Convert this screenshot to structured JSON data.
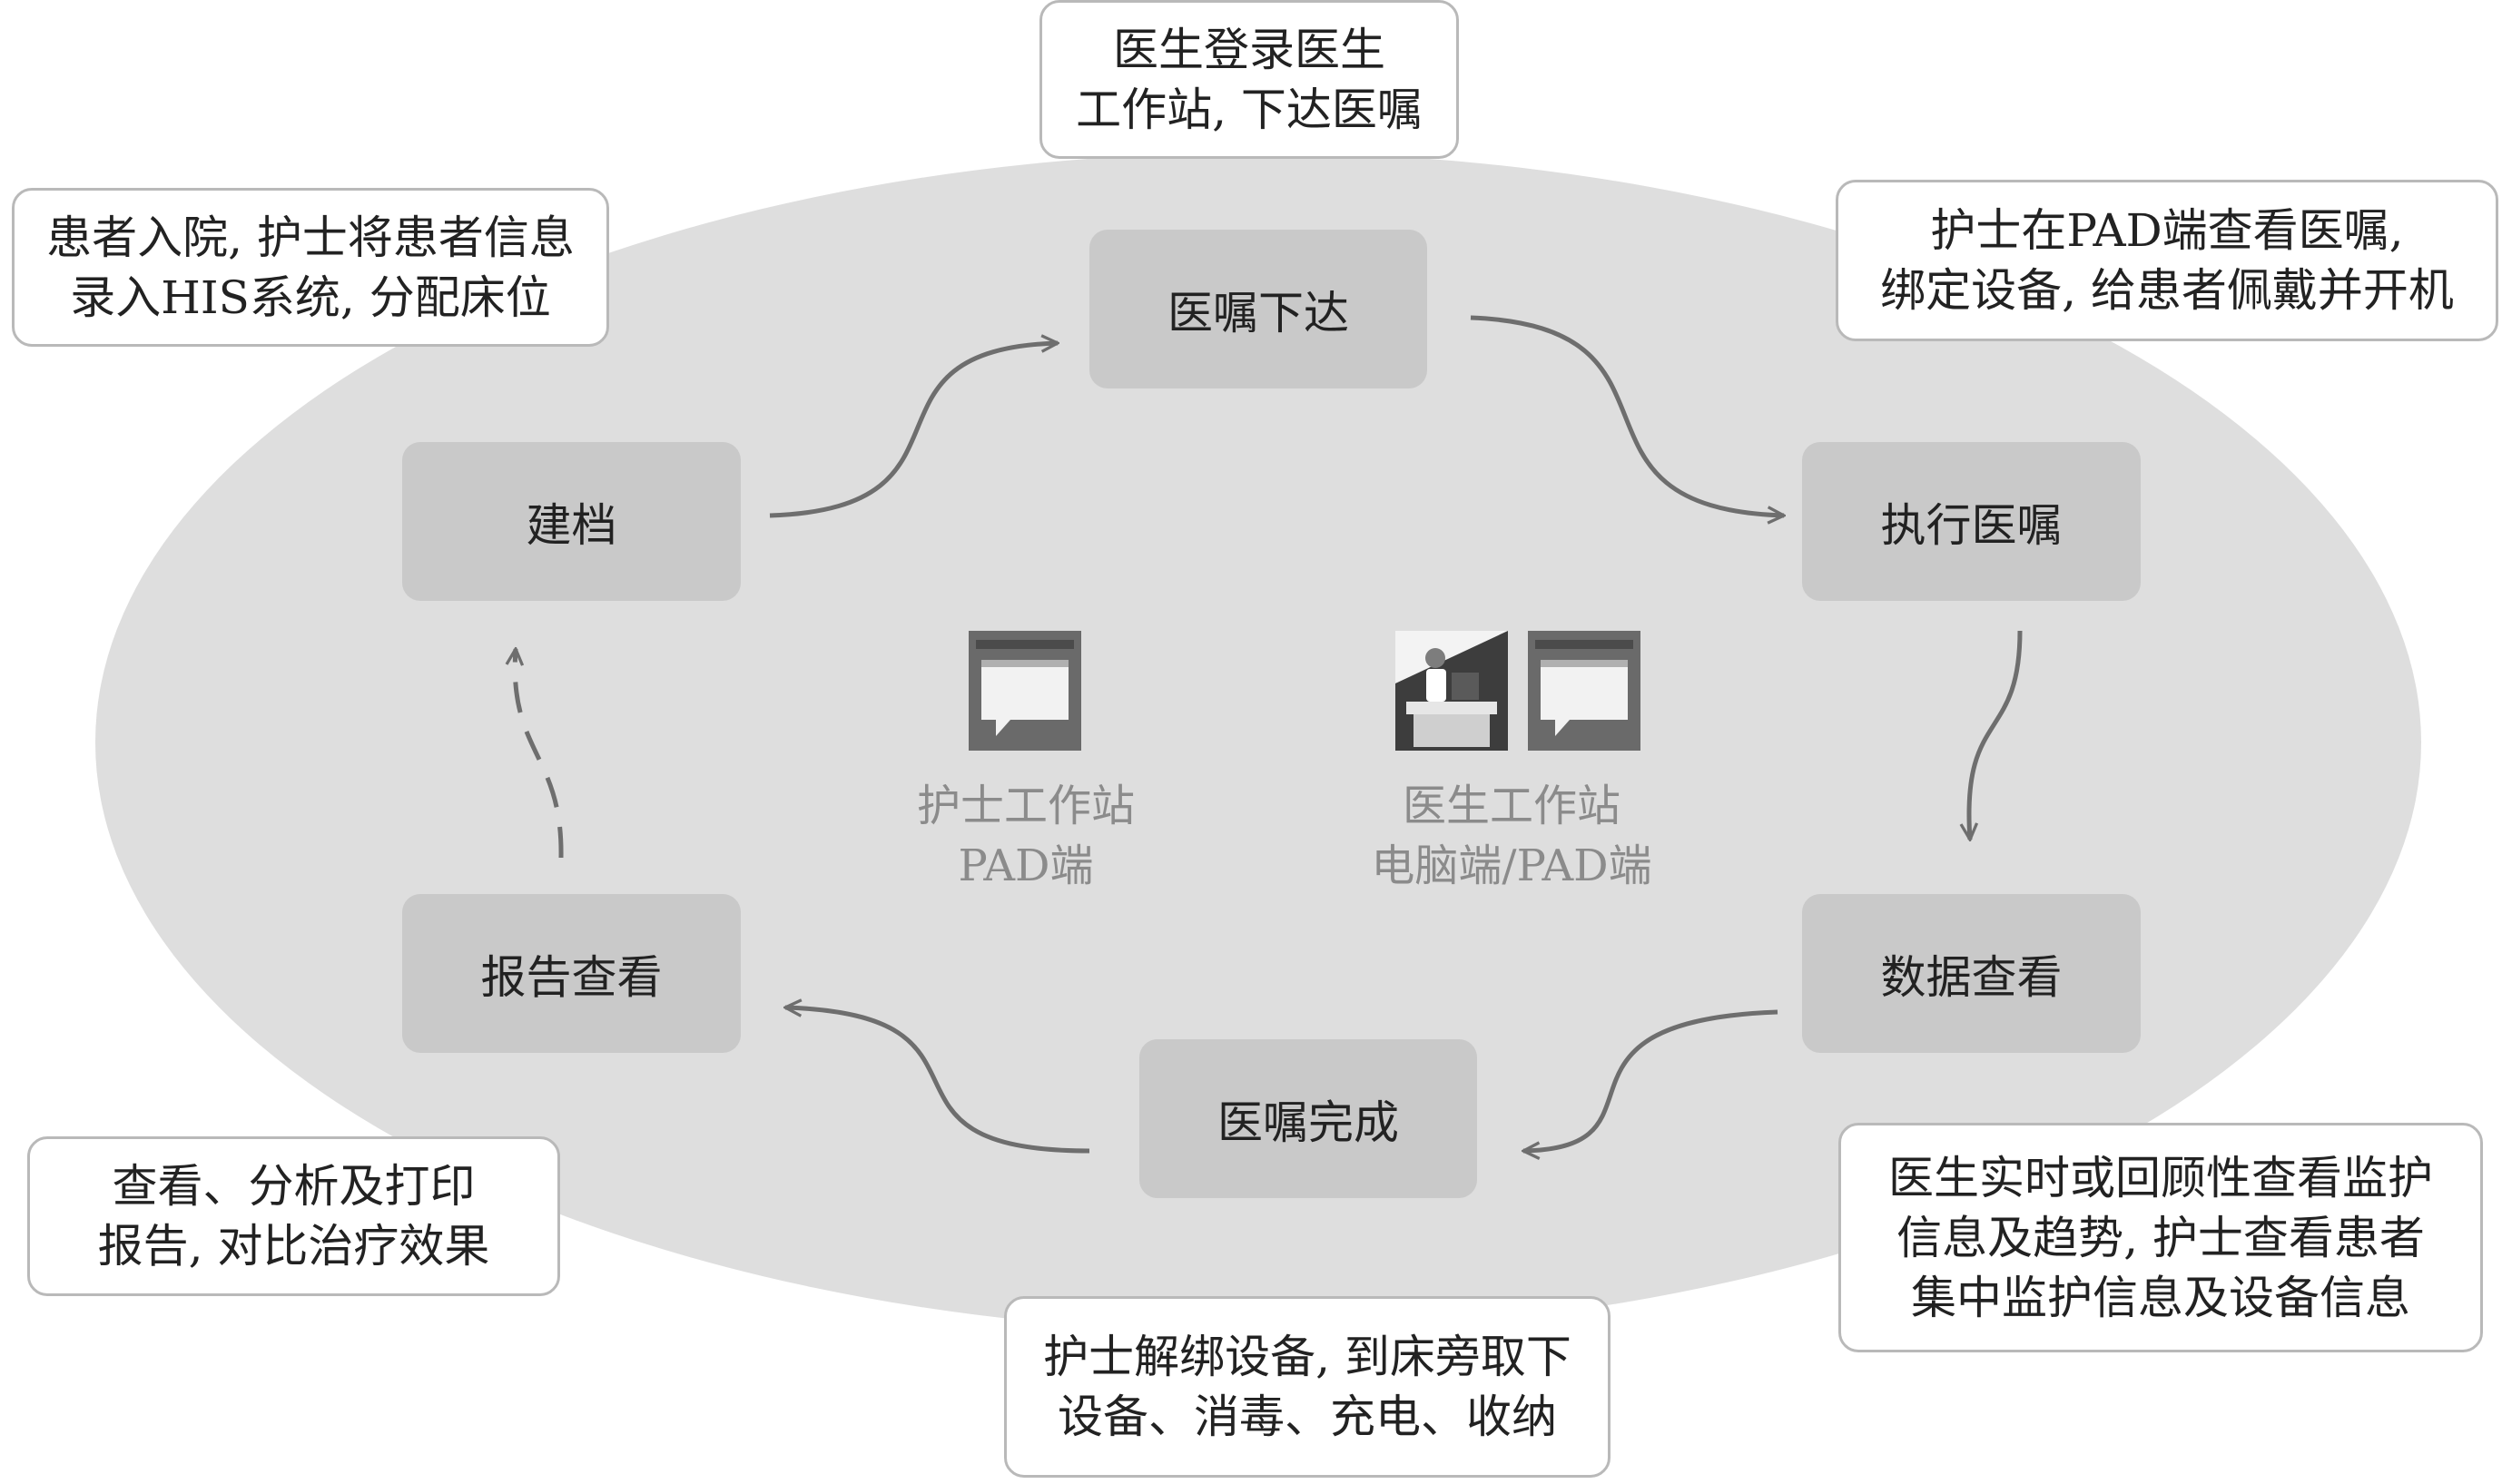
{
  "stages": {
    "order_issue": "医嘱下达",
    "archive": "建档",
    "execute_order": "执行医嘱",
    "data_view": "数据查看",
    "report_view": "报告查看",
    "order_complete": "医嘱完成"
  },
  "notes": {
    "doctor_login": [
      "医生登录医生",
      "工作站, 下达医嘱"
    ],
    "admission": [
      "患者入院, 护士将患者信息",
      "录入HIS系统, 分配床位"
    ],
    "pad_check": [
      "护士在PAD端查看医嘱,",
      "绑定设备, 给患者佩戴并开机"
    ],
    "realtime_view": [
      "医生实时或回顾性查看监护",
      "信息及趋势, 护士查看患者",
      "集中监护信息及设备信息"
    ],
    "report_analysis": [
      "查看、分析及打印",
      "报告, 对比治疗效果"
    ],
    "unbind": [
      "护士解绑设备, 到床旁取下",
      "设备、消毒、充电、收纳"
    ]
  },
  "workstations": {
    "nurse": [
      "护士工作站",
      "PAD端"
    ],
    "doctor": [
      "医生工作站",
      "电脑端/PAD端"
    ]
  },
  "icons": {
    "nurse": "tablet-screen-icon",
    "doctor": [
      "doctor-at-desk-icon",
      "tablet-screen-icon"
    ]
  },
  "colors": {
    "ellipse": "#dedede",
    "stage_box": "#c9c9c9",
    "arrow": "#6e6e6e",
    "note_border": "#b9b9b9",
    "workstation_text": "#8b8b8b"
  }
}
